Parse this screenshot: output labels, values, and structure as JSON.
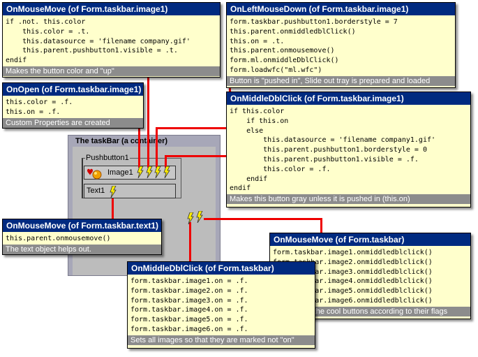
{
  "container": {
    "title": "The taskBar (a container)",
    "group_label": "Pushbutton1",
    "image_label": "Image1",
    "text_label": "Text1"
  },
  "boxes": {
    "image_mousemove": {
      "title": "OnMouseMove (of Form.taskbar.image1)",
      "code": "if .not. this.color\n    this.color = .t.\n    this.datasource = 'filename company.gif'\n    this.parent.pushbutton1.visible = .t.\nendif",
      "footer": "Makes the button color and \"up\""
    },
    "image_leftmousedown": {
      "title": "OnLeftMouseDown (of Form.taskbar.image1)",
      "code": "form.taskbar.pushbutton1.borderstyle = 7\nthis.parent.onmiddledblClick()\nthis.on = .t.\nthis.parent.onmousemove()\nform.ml.onmiddleDblClick()\nform.loadwfc(\"ml.wfc\")",
      "footer": "Button is \"pushed in\", Slide out tray is prepared and loaded"
    },
    "image_onopen": {
      "title": "OnOpen (of Form.taskbar.image1)",
      "code": "this.color = .f.\nthis.on = .f.",
      "footer": "Custom Properties are created"
    },
    "image_middledblclick": {
      "title": "OnMiddleDblClick (of Form.taskbar.image1)",
      "code": "if this.color\n    if this.on\n    else\n        this.datasource = 'filename company1.gif'\n        this.parent.pushbutton1.borderstyle = 0\n        this.parent.pushbutton1.visible = .f.\n        this.color = .f.\n    endif\nendif",
      "footer": "Makes this button gray unless it is pushed in (this.on)"
    },
    "text_mousemove": {
      "title": "OnMouseMove (of Form.taskbar.text1)",
      "code": "this.parent.onmousemove()",
      "footer": "The text object helps out."
    },
    "taskbar_mousemove": {
      "title": "OnMouseMove (of Form.taskbar)",
      "code": "form.taskbar.image1.onmiddledblclick()\nform.taskbar.image2.onmiddledblclick()\nform.taskbar.image3.onmiddledblclick()\nform.taskbar.image4.onmiddledblclick()\nform.taskbar.image5.onmiddledblclick()\nform.taskbar.image6.onmiddledblclick()",
      "footer": "Displays all the cool buttons according to their flags"
    },
    "taskbar_middledblclick": {
      "title": "OnMiddleDblClick (of Form.taskbar)",
      "code": "form.taskbar.image1.on = .f.\nform.taskbar.image2.on = .f.\nform.taskbar.image3.on = .f.\nform.taskbar.image4.on = .f.\nform.taskbar.image5.on = .f.\nform.taskbar.image6.on = .f.",
      "footer": "Sets all images so that they are marked not \"on\""
    }
  },
  "colors": {
    "header": "#002a80",
    "note": "#ffffcc",
    "footer": "#8c8c8c",
    "wire": "#ee0000",
    "bolt": "#ffee00"
  }
}
